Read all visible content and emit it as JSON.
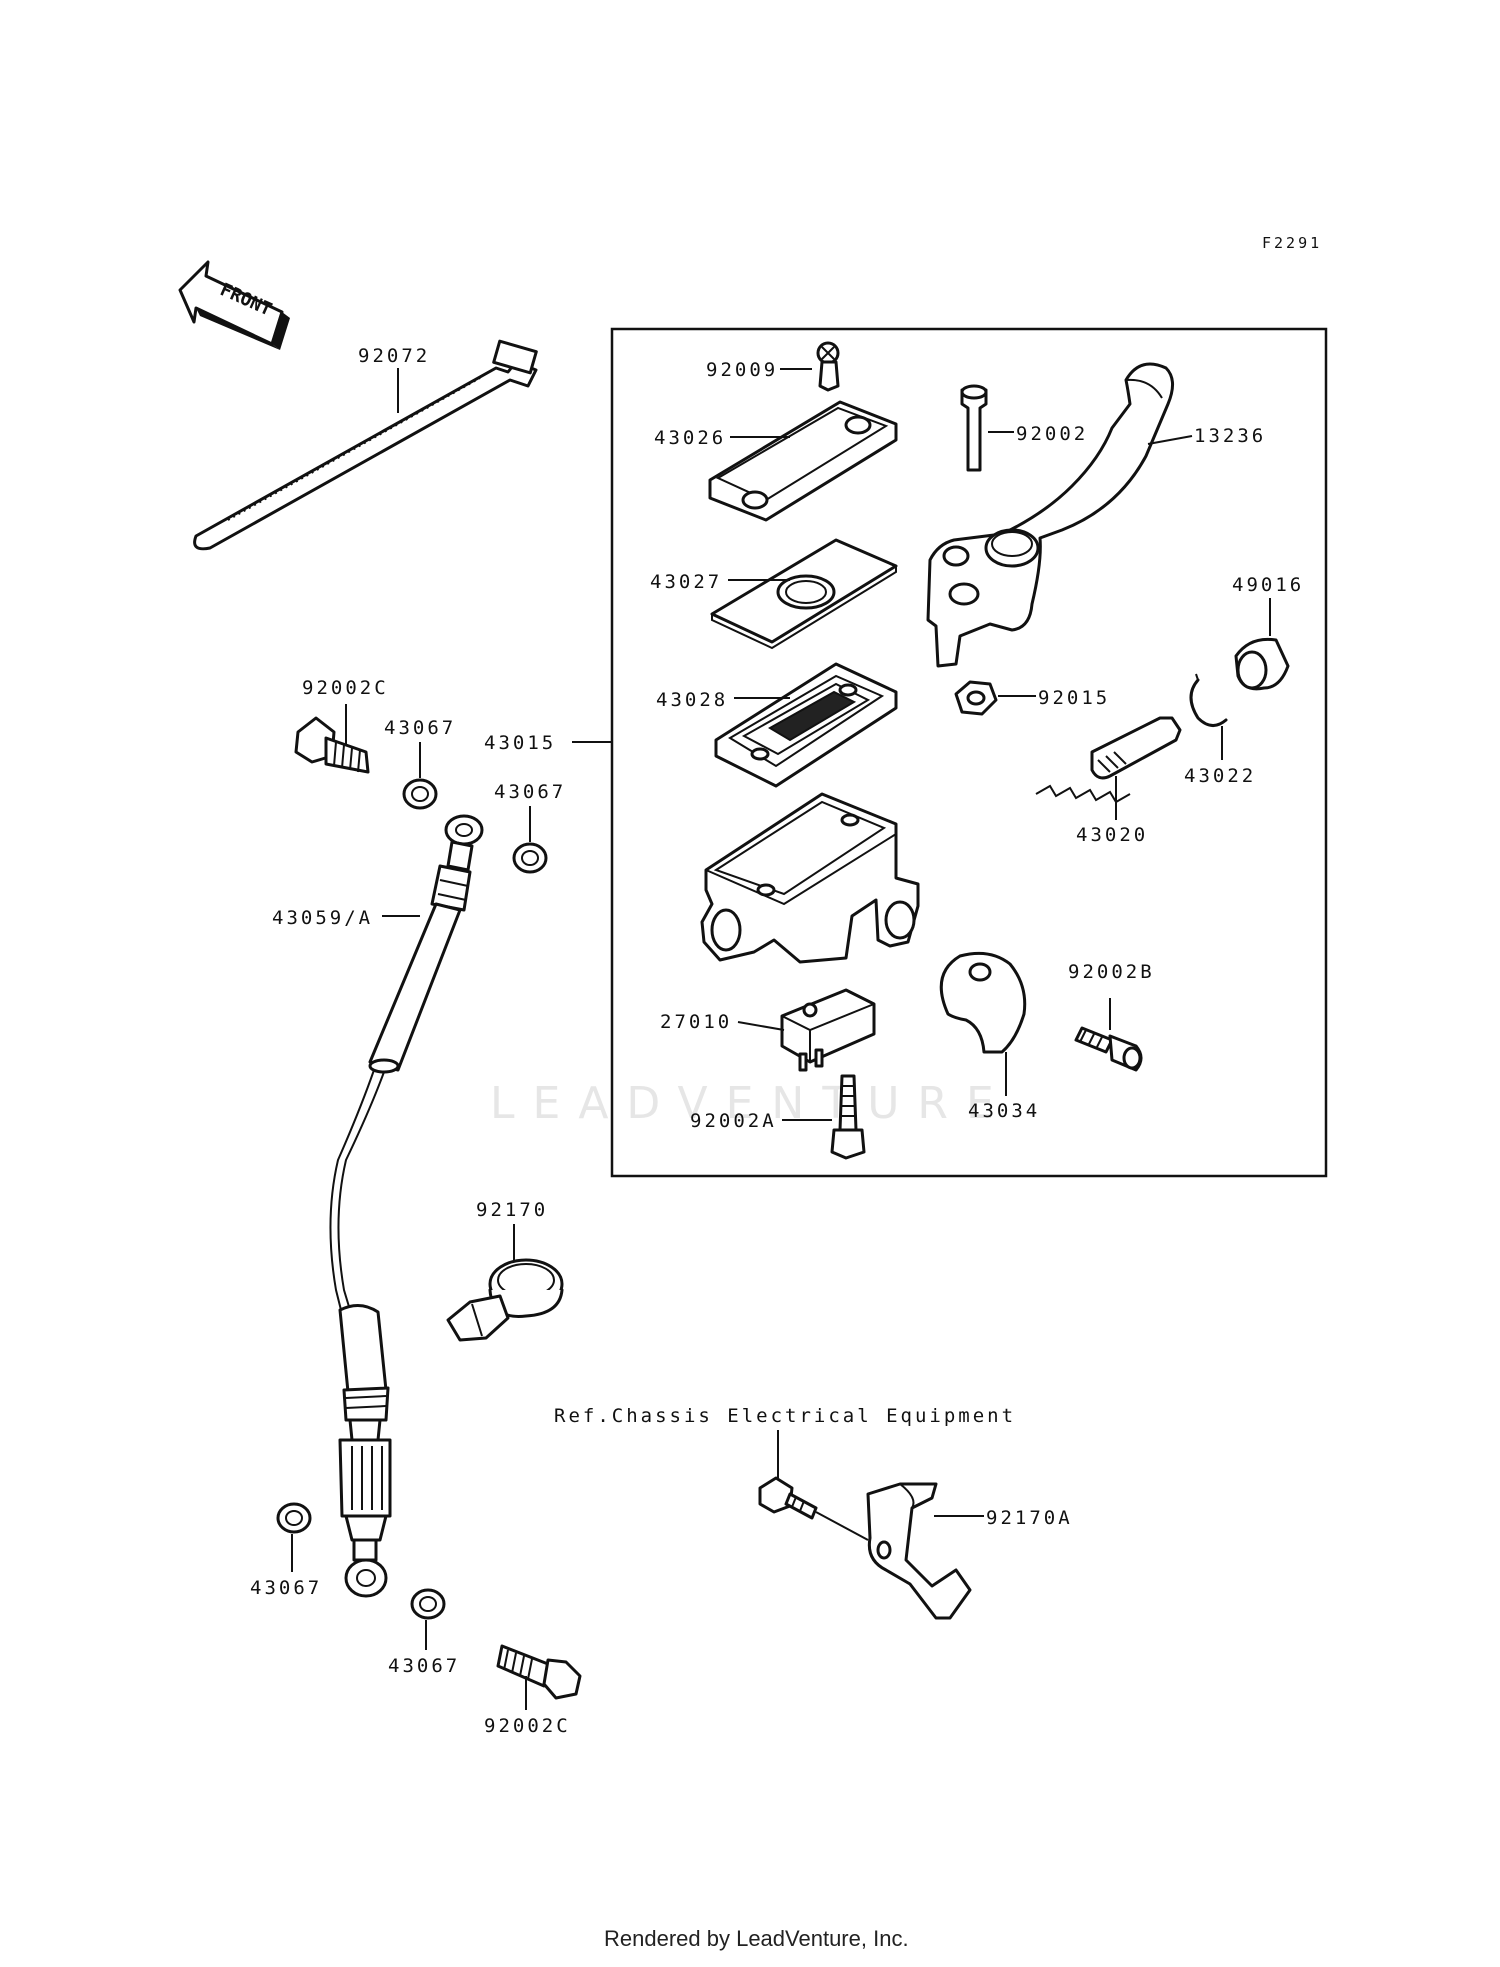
{
  "figure_code": "F2291",
  "front_label": "FRONT",
  "watermark": "LEADVENTURE",
  "reference_note": "Ref.Chassis Electrical Equipment",
  "footer": "Rendered by LeadVenture, Inc.",
  "callouts": {
    "c92072": "92072",
    "c92009": "92009",
    "c43026": "43026",
    "c92002": "92002",
    "c13236": "13236",
    "c43027": "43027",
    "c49016": "49016",
    "c43028": "43028",
    "c92015": "92015",
    "c92002C_top": "92002C",
    "c43067_a": "43067",
    "c43015": "43015",
    "c43022": "43022",
    "c43067_b": "43067",
    "c43020": "43020",
    "c43059A": "43059/A",
    "c92002B": "92002B",
    "c27010": "27010",
    "c92002A": "92002A",
    "c43034": "43034",
    "c92170": "92170",
    "c92170A": "92170A",
    "c43067_c": "43067",
    "c43067_d": "43067",
    "c92002C_bottom": "92002C"
  }
}
